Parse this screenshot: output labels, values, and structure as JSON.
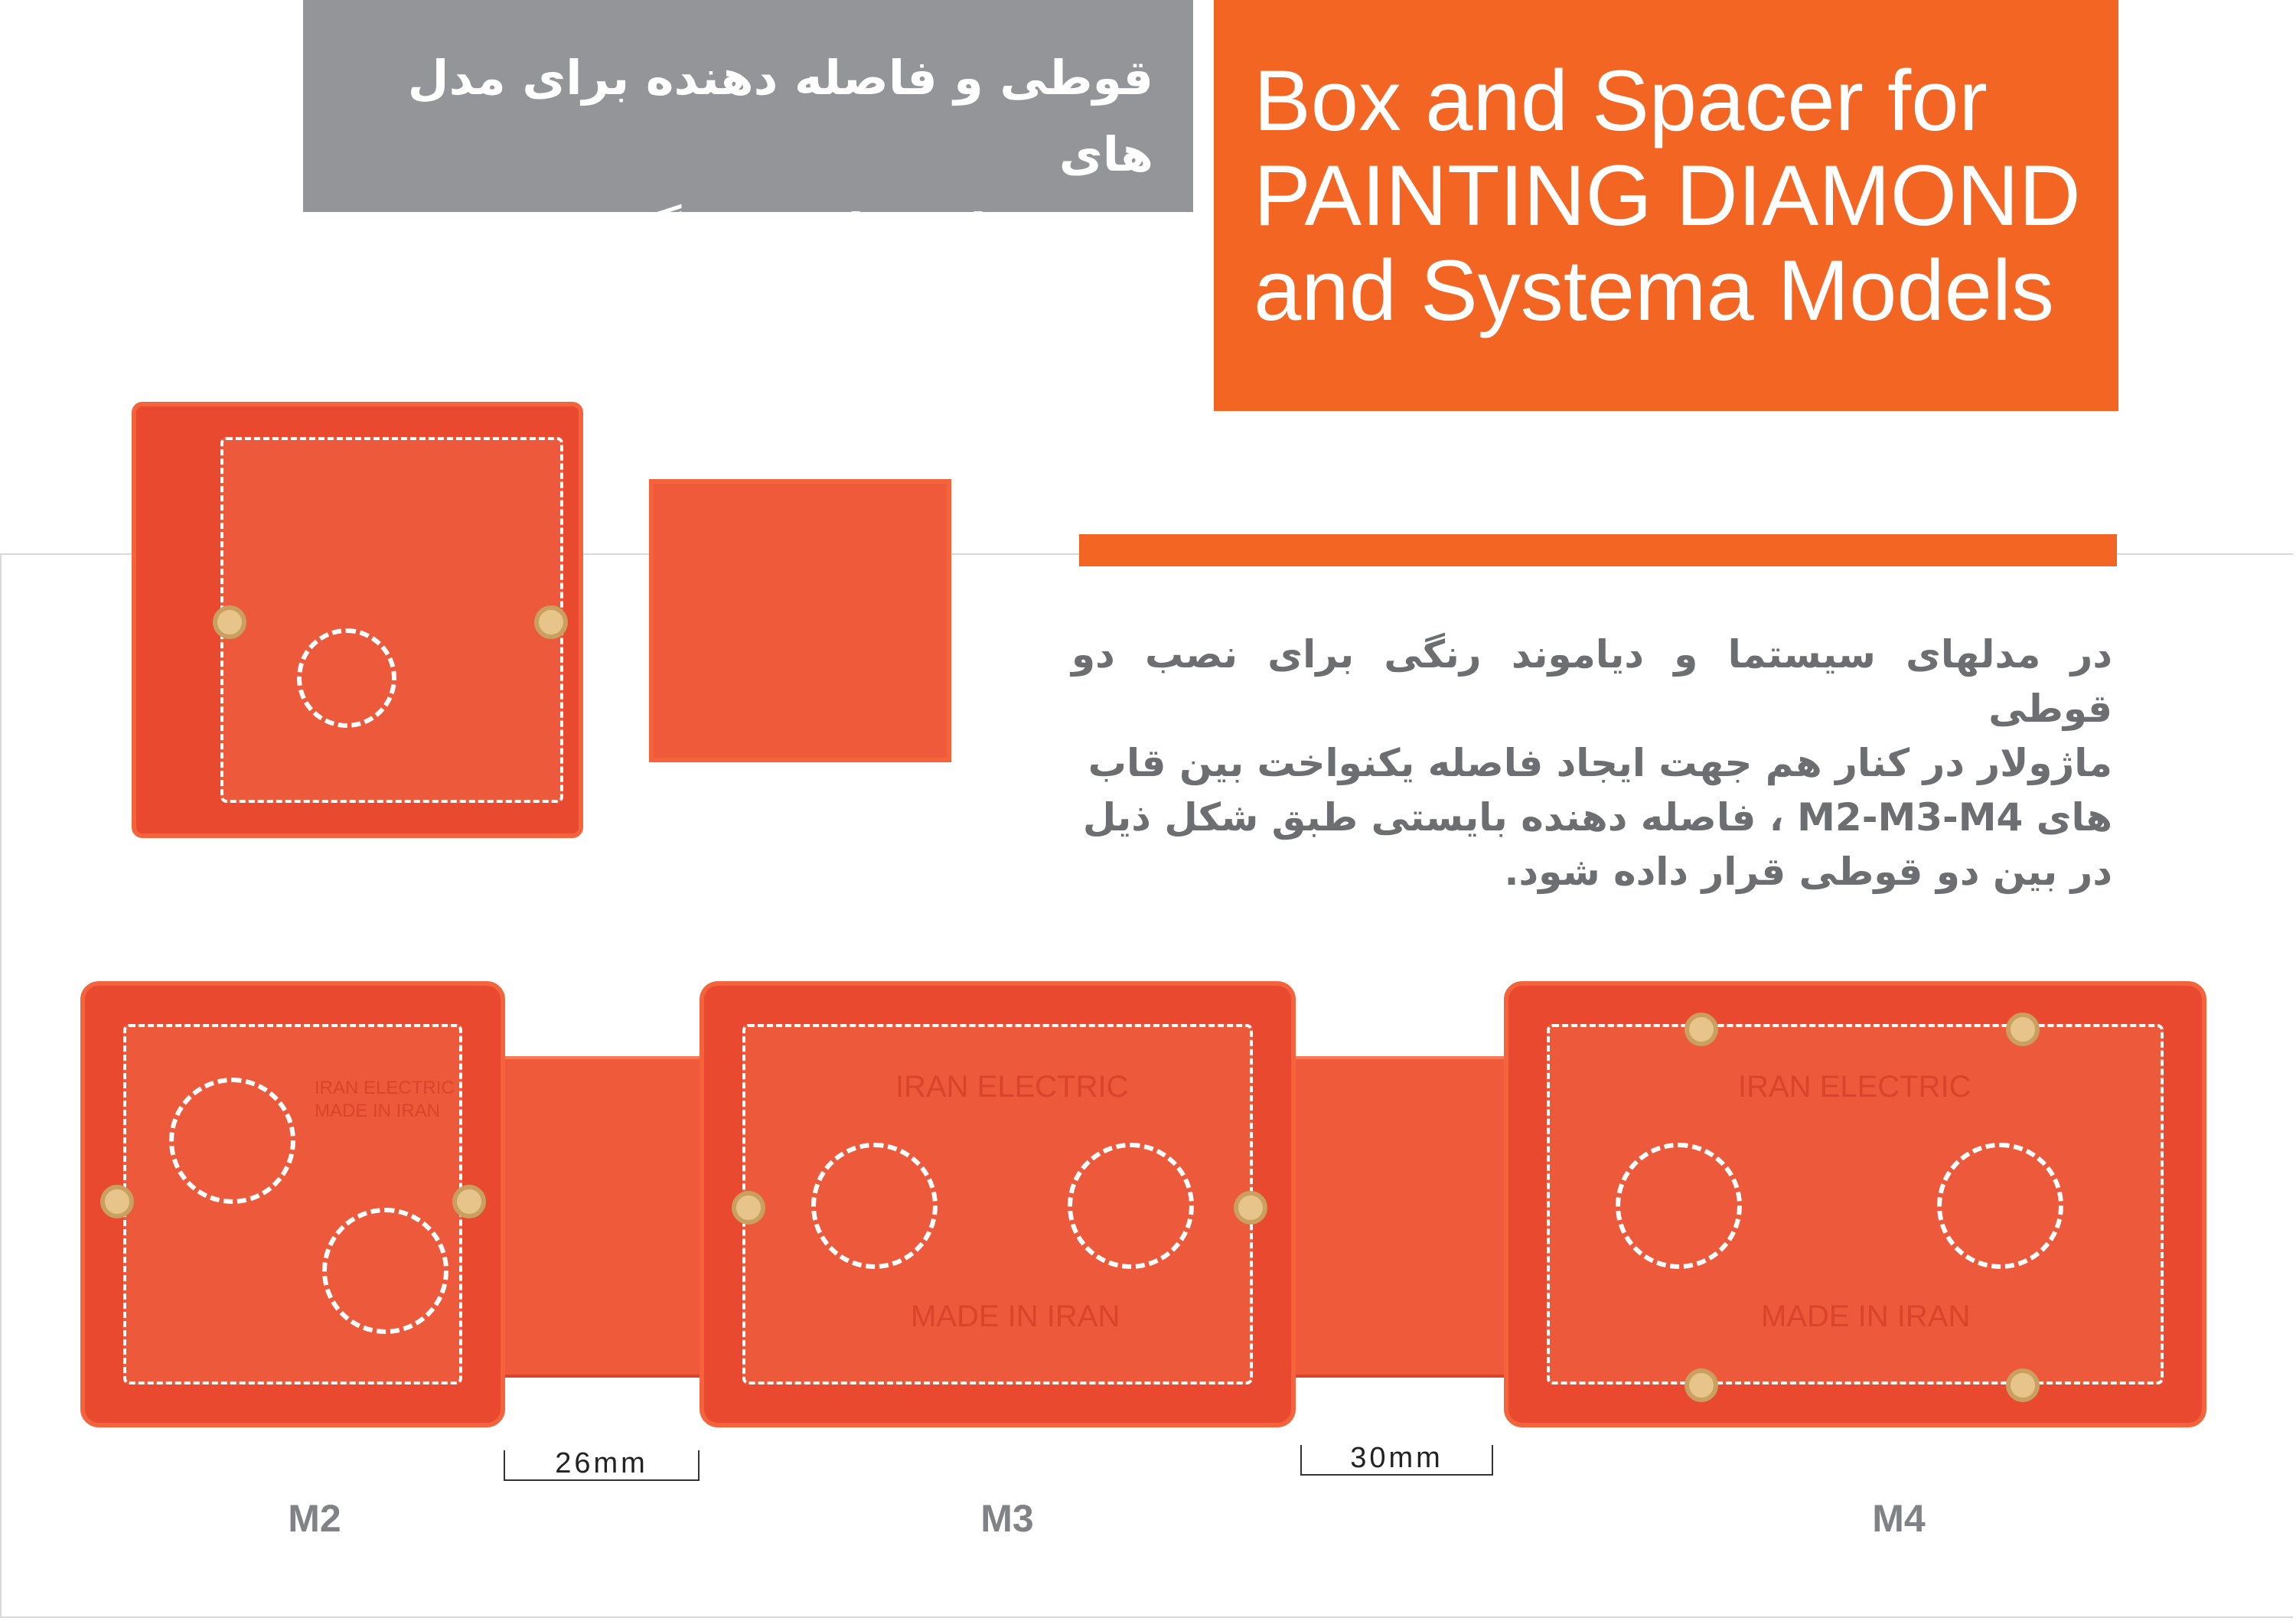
{
  "header": {
    "title_fa_line1": "قوطی و فاصله دهنده برای مدل های",
    "title_fa_line2": "سیستما و دیاموند رنگی",
    "title_en_line1": "Box and Spacer for",
    "title_en_line2": "PAINTING DIAMOND",
    "title_en_line3": "and Systema Models"
  },
  "description": {
    "line1": "در مدلهای سیستما و دیاموند رنگی برای نصب دو قوطی",
    "line2": "ماژولار در کنار هم جهت ایجاد فاصله یکنواخت بین قاب",
    "line3": "های M2-M3-M4 ، فاصله دهنده بایستی طبق شکل ذیل",
    "line4": "در بین دو قوطی قرار داده شود."
  },
  "diagram": {
    "gap_1": "26mm",
    "gap_2": "30mm",
    "models": [
      "M2",
      "M3",
      "M4"
    ],
    "emboss_brand": "IRAN ELECTRIC",
    "emboss_origin": "MADE IN IRAN"
  },
  "colors": {
    "brand_orange": "#f26522",
    "header_gray": "#939598",
    "text_gray": "#6d6e71"
  }
}
